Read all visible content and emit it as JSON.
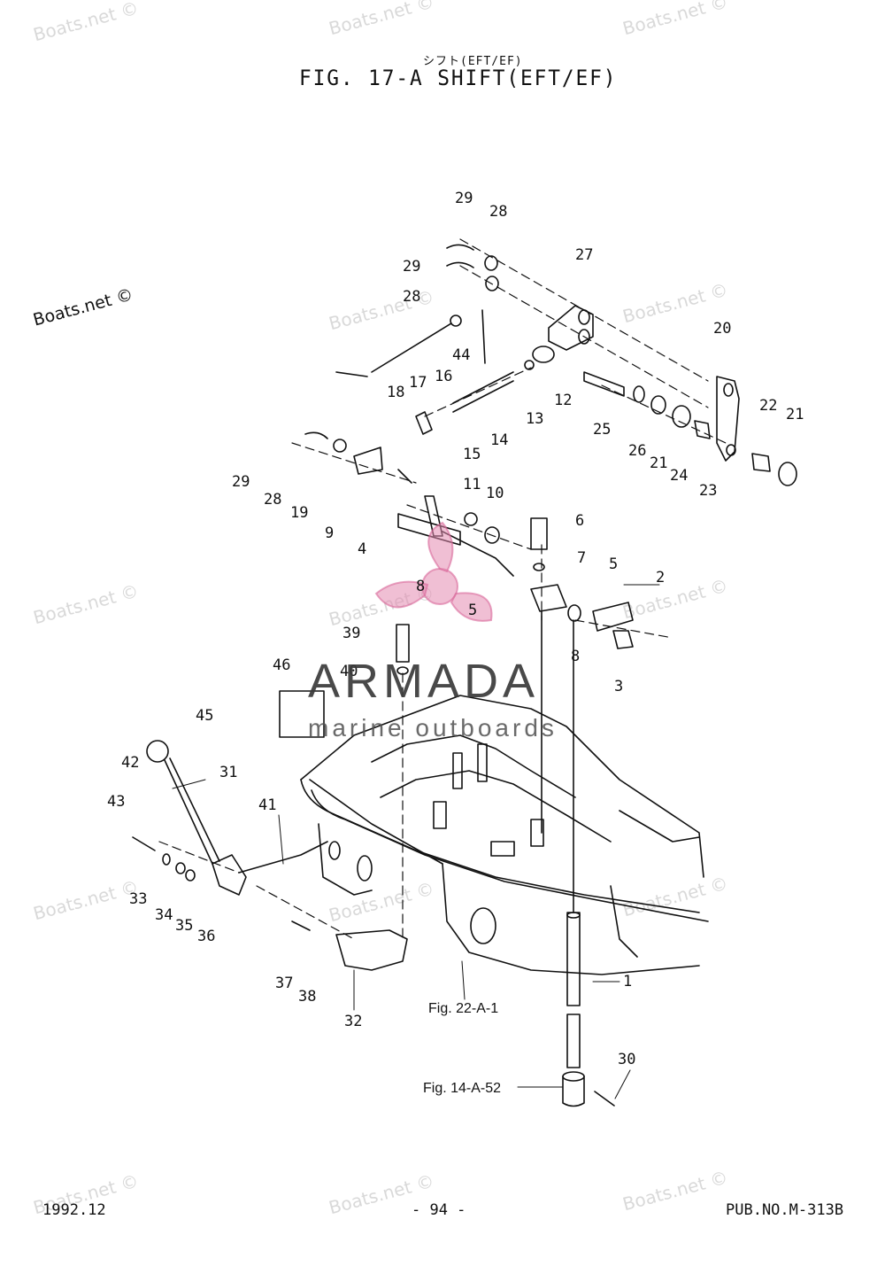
{
  "header": {
    "subtitle": "シフト(EFT/EF)",
    "title": "FIG. 17-A SHIFT(EFT/EF)"
  },
  "watermarks": {
    "text": "Boats.net ©",
    "prominent": "Boats.net ©"
  },
  "logo": {
    "name": "ARMADA",
    "tagline": "marine outboards",
    "color": "#e48ab0"
  },
  "references": {
    "fig_22": "Fig. 22-A-1",
    "fig_14": "Fig. 14-A-52"
  },
  "callouts": [
    "1",
    "2",
    "3",
    "4",
    "5",
    "5",
    "6",
    "7",
    "8",
    "8",
    "9",
    "10",
    "11",
    "12",
    "13",
    "14",
    "15",
    "16",
    "17",
    "18",
    "19",
    "20",
    "21",
    "21",
    "22",
    "23",
    "24",
    "25",
    "26",
    "27",
    "28",
    "28",
    "28",
    "29",
    "29",
    "29",
    "30",
    "31",
    "32",
    "33",
    "34",
    "35",
    "36",
    "37",
    "38",
    "39",
    "40",
    "41",
    "42",
    "43",
    "44",
    "45",
    "46"
  ],
  "footer": {
    "date": "1992.12",
    "page": "- 94 -",
    "pub": "PUB.NO.M-313B"
  }
}
